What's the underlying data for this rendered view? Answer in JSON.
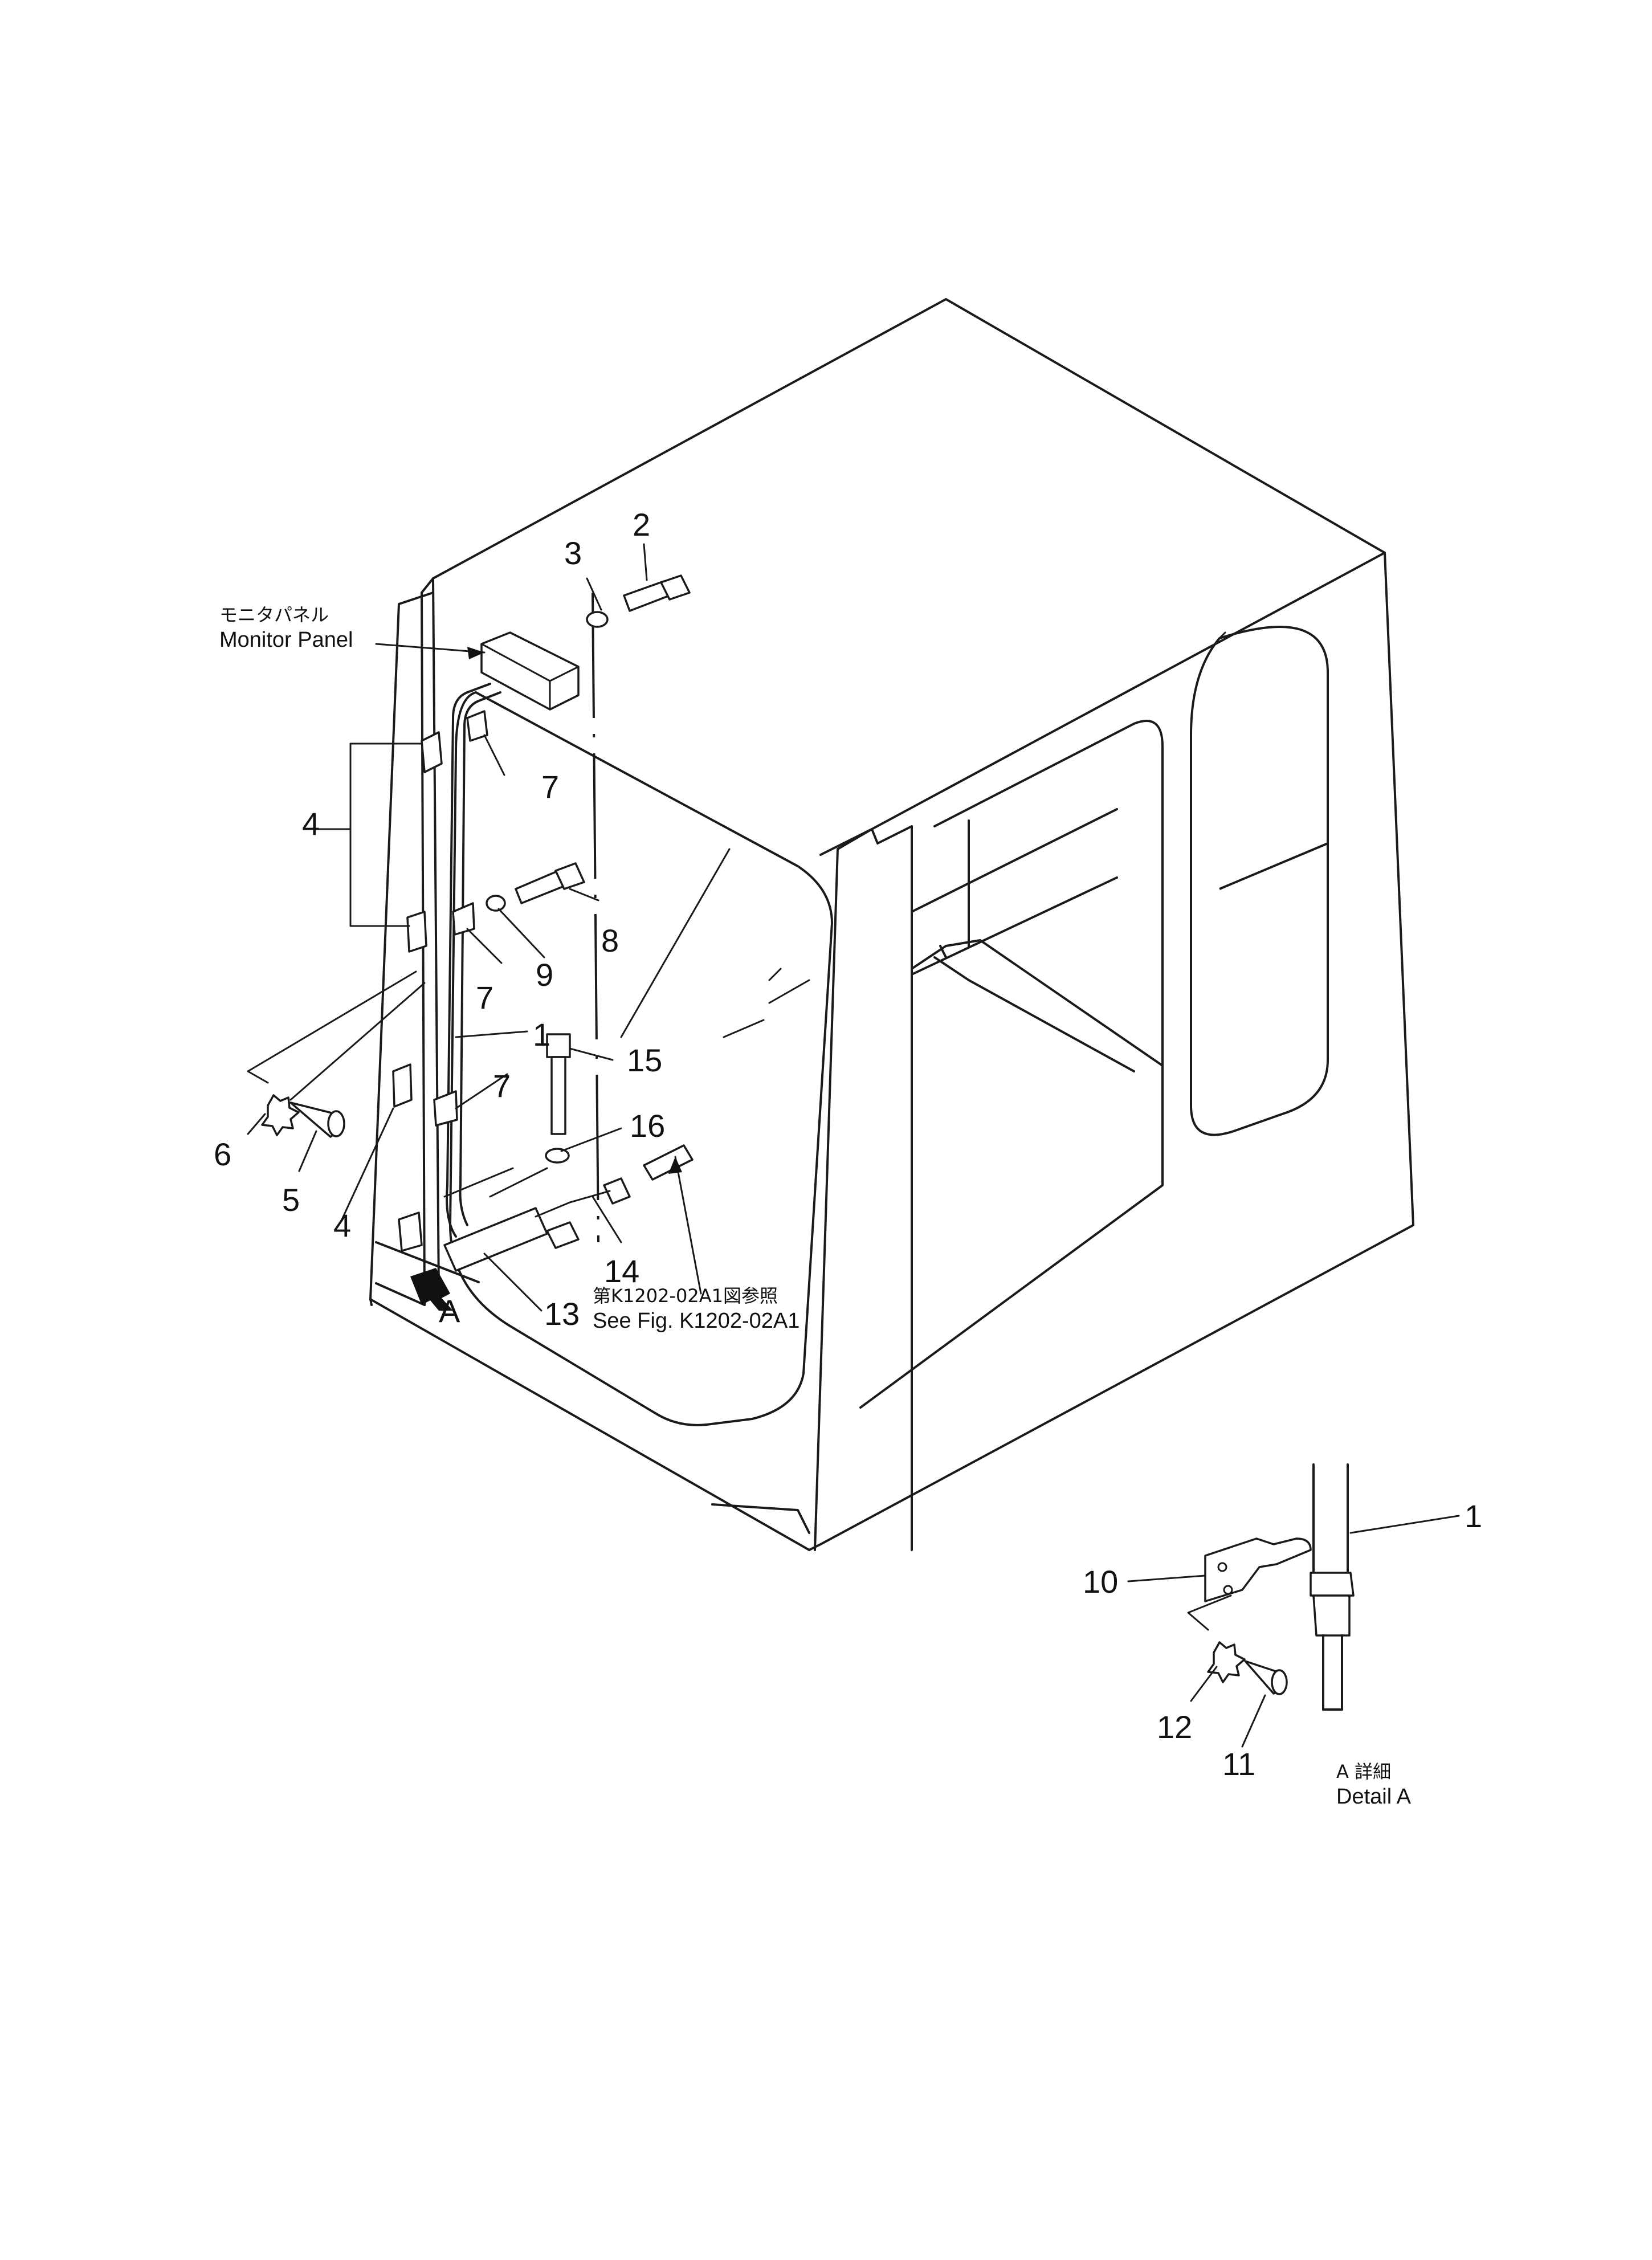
{
  "labels": {
    "monitor_panel_jp": "モニタパネル",
    "monitor_panel_en": "Monitor Panel",
    "see_fig_jp": "第K1202-02A1図参照",
    "see_fig_en": "See Fig. K1202-02A1",
    "view_a": "A",
    "detail_jp": "A 詳細",
    "detail_en": "Detail A"
  },
  "callouts": {
    "p1": "1",
    "p1_detail": "1",
    "p2": "2",
    "p3": "3",
    "p4_upper": "4",
    "p4_lower": "4",
    "p5": "5",
    "p6": "6",
    "p7_upper": "7",
    "p7_mid": "7",
    "p7_lower": "7",
    "p8": "8",
    "p9": "9",
    "p10": "10",
    "p11": "11",
    "p12": "12",
    "p13": "13",
    "p14": "14",
    "p15": "15",
    "p16": "16"
  }
}
